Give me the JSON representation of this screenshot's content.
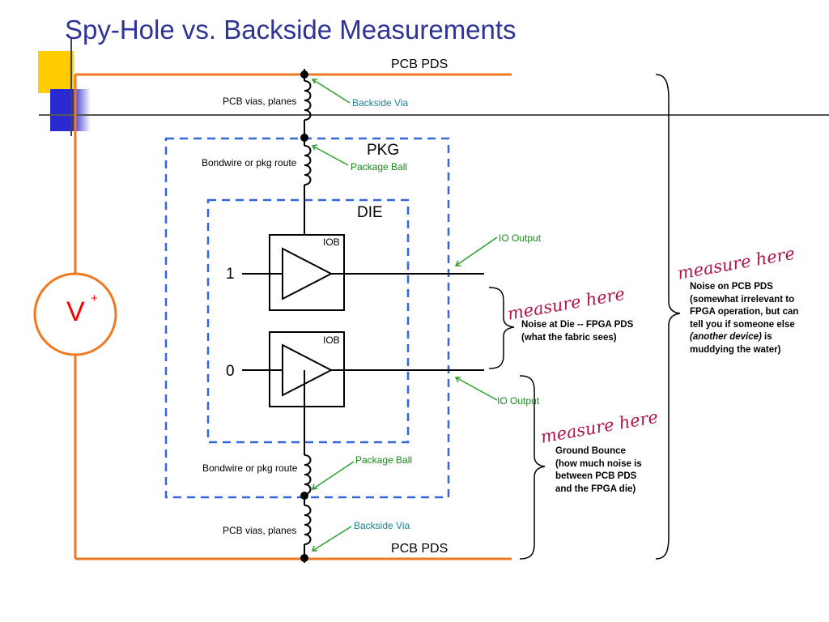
{
  "title": "Spy-Hole vs. Backside Measurements",
  "pcb_pds_top": "PCB PDS",
  "pcb_pds_bottom": "PCB PDS",
  "pcb_vias_top": "PCB vias, planes",
  "pcb_vias_bottom": "PCB vias, planes",
  "backside_via_top": "Backside Via",
  "backside_via_bottom": "Backside Via",
  "pkg_label": "PKG",
  "die_label": "DIE",
  "bondwire_top": "Bondwire or pkg route",
  "bondwire_bottom": "Bondwire or pkg route",
  "package_ball_top": "Package Ball",
  "package_ball_bottom": "Package Ball",
  "iob_top": "IOB",
  "iob_bottom": "IOB",
  "io_output_top": "IO Output",
  "io_output_bottom": "IO Output",
  "input_1": "1",
  "input_0": "0",
  "voltage_source": {
    "label": "V",
    "polarity": "+"
  },
  "measure_die": {
    "handwritten": "measure here",
    "lines": [
      "Noise at Die -- FPGA PDS",
      "(what the fabric sees)"
    ]
  },
  "measure_ground": {
    "handwritten": "measure here",
    "lines": [
      "Ground Bounce",
      "(how much noise is",
      "between PCB PDS",
      "and the FPGA die)"
    ]
  },
  "measure_pcb": {
    "handwritten": "measure here",
    "lines": [
      "Noise on PCB PDS",
      "(somewhat irrelevant to",
      "FPGA operation, but can",
      "tell you if someone else"
    ],
    "italic_part": "(another device)",
    "after_italic": " is",
    "last_line": "muddying the water)"
  },
  "colors": {
    "title": "#2e3396",
    "rail": "#f07820",
    "dashed_box": "#3366dd",
    "callout_arrow": "#2aa02a",
    "handwriting": "#b0154a",
    "voltage_label": "#ff0000"
  }
}
